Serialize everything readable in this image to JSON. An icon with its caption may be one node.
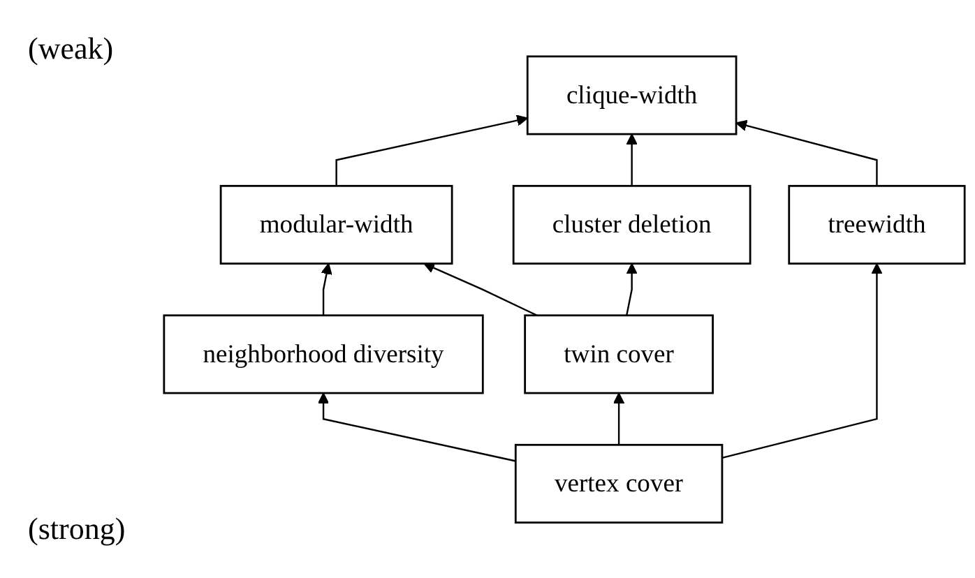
{
  "diagram": {
    "nodes": [
      {
        "text": [
          "clique-width"
        ]
      },
      {
        "text": [
          "modular-width"
        ]
      },
      {
        "text": [
          "cluster deletion"
        ]
      },
      {
        "text": [
          "neighborhood diversity"
        ]
      },
      {
        "text": [
          "twin cover"
        ]
      },
      {
        "text": [
          "treewidth"
        ]
      },
      {
        "text": [
          "vertex cover"
        ]
      }
    ],
    "edges": [
      {
        "from": 1,
        "to": 0,
        "arrow": "to"
      },
      {
        "from": 2,
        "to": 0,
        "arrow": "to"
      },
      {
        "from": 5,
        "to": 0,
        "arrow": "to"
      },
      {
        "from": 3,
        "to": 1,
        "arrow": "to"
      },
      {
        "from": 4,
        "to": 1,
        "arrow": "to"
      },
      {
        "from": 4,
        "to": 2,
        "arrow": "to"
      },
      {
        "from": 6,
        "to": 3,
        "arrow": "to"
      },
      {
        "from": 6,
        "to": 4,
        "arrow": "to"
      },
      {
        "from": 6,
        "to": 5,
        "arrow": "to"
      }
    ],
    "labels": [
      "(weak)",
      "(strong)"
    ]
  }
}
